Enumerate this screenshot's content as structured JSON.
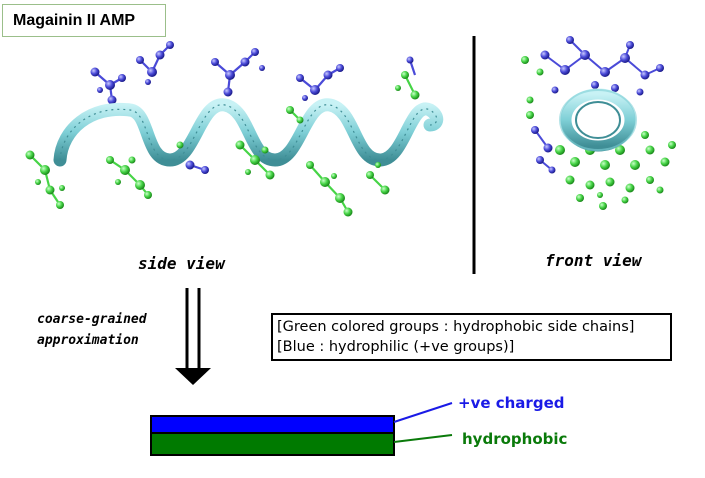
{
  "title": "Magainin II AMP",
  "views": {
    "side_label": "side view",
    "front_label": "front view"
  },
  "arrow_label": {
    "line1": "coarse-grained",
    "line2": "approximation"
  },
  "legend": {
    "line1": "[Green colored groups : hydrophobic side chains]",
    "line2": "[Blue : hydrophilic  (+ve groups)]"
  },
  "bar": {
    "top_label": "+ve  charged",
    "bottom_label": "hydrophobic"
  },
  "colors": {
    "helix": "#7ecfd6",
    "hydrophilic": "#4a4ad8",
    "hydrophobic": "#46d446",
    "bar_blue": "#0000ff",
    "bar_green": "#007a00",
    "label_blue": "#1a1ae6",
    "label_green": "#0a7a0a"
  }
}
